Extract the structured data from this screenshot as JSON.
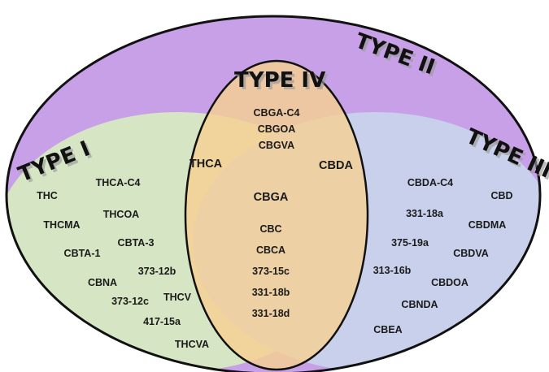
{
  "type_labels": {
    "type_i": "TYPE I",
    "type_ii": "TYPE II",
    "type_iii": "TYPE III",
    "type_iv": "TYPE IV"
  },
  "compounds": {
    "type_iv": [
      "CBGA-C4",
      "CBGOA",
      "CBGVA"
    ],
    "thca": "THCA",
    "cbda": "CBDA",
    "cbga": "CBGA",
    "center": [
      "CBC",
      "CBCA",
      "373-15c",
      "331-18b",
      "331-18d"
    ],
    "type_i": [
      "THC",
      "THCA-C4",
      "THCMA",
      "THCOA",
      "CBTA-1",
      "CBTA-3",
      "CBNA",
      "373-12b",
      "373-12c",
      "THCV",
      "417-15a",
      "THCVA"
    ],
    "type_iii": [
      "CBDA-C4",
      "CBD",
      "331-18a",
      "CBDMA",
      "375-19a",
      "CBDVA",
      "313-16b",
      "CBDOA",
      "CBNDA",
      "CBEA"
    ]
  },
  "colors": {
    "type_ii_purple": "#c7a0e8",
    "type_i_green": "#d6e6c4",
    "type_iii_blue": "#c9d0ec",
    "type_iv_orange": "#f5cf92",
    "outline": "#111111"
  }
}
